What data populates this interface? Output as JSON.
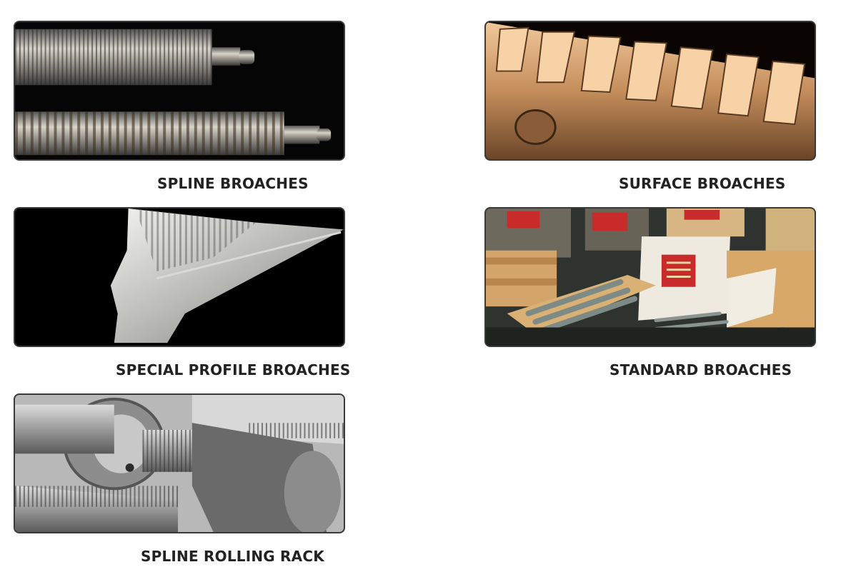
{
  "products": [
    {
      "title": "SPLINE BROACHES",
      "image": "spline-broaches-photo"
    },
    {
      "title": "SURFACE BROACHES",
      "image": "surface-broaches-photo"
    },
    {
      "title": "SPECIAL PROFILE BROACHES",
      "image": "special-profile-broaches-photo"
    },
    {
      "title": "STANDARD BROACHES",
      "image": "standard-broaches-photo"
    },
    {
      "title": "SPLINE ROLLING RACK",
      "image": "spline-rolling-rack-photo"
    }
  ]
}
